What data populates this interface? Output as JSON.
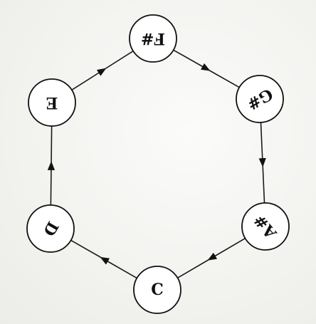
{
  "diagram": {
    "nodes": [
      {
        "id": "fsharp",
        "label": "F#"
      },
      {
        "id": "gsharp",
        "label": "G#"
      },
      {
        "id": "asharp",
        "label": "A#"
      },
      {
        "id": "c",
        "label": "C"
      },
      {
        "id": "d",
        "label": "D"
      },
      {
        "id": "e",
        "label": "E"
      }
    ],
    "edges": [
      {
        "from": "fsharp",
        "to": "gsharp"
      },
      {
        "from": "gsharp",
        "to": "asharp"
      },
      {
        "from": "asharp",
        "to": "c"
      },
      {
        "from": "c",
        "to": "d"
      },
      {
        "from": "d",
        "to": "e"
      },
      {
        "from": "e",
        "to": "fsharp"
      }
    ],
    "colors": {
      "line": "#1a1a1a",
      "node_fill": "#ffffff",
      "node_stroke": "#111111",
      "text": "#111111"
    }
  }
}
